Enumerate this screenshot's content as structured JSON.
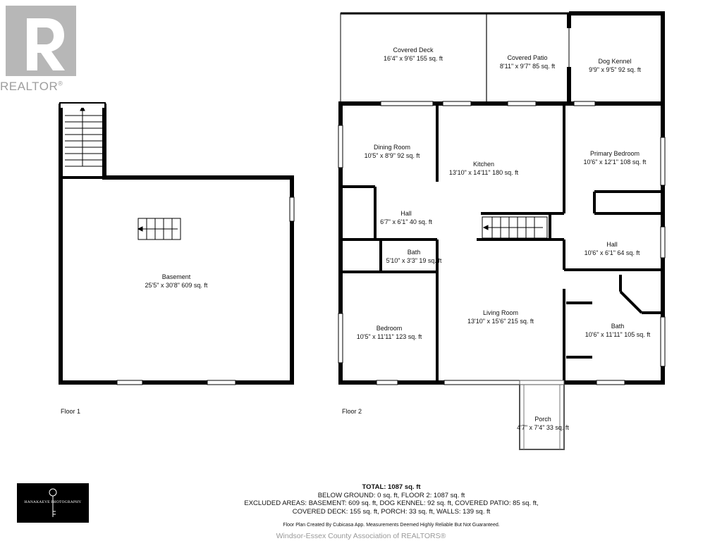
{
  "branding": {
    "realtor_word": "REALTOR",
    "realtor_reg": "®",
    "photographer": "HANAKAEVE PHOTOGRAPHY",
    "footer": "Windsor-Essex County Association of REALTORS®"
  },
  "floors": [
    {
      "label": "Floor 1"
    },
    {
      "label": "Floor 2"
    }
  ],
  "rooms": {
    "basement": {
      "name": "Basement",
      "dims": "25'5\" x 30'8\" 609 sq. ft"
    },
    "covered_deck": {
      "name": "Covered Deck",
      "dims": "16'4\" x 9'6\" 155 sq. ft"
    },
    "covered_patio": {
      "name": "Covered Patio",
      "dims": "8'11\" x 9'7\" 85 sq. ft"
    },
    "dog_kennel": {
      "name": "Dog Kennel",
      "dims": "9'9\" x 9'5\" 92 sq. ft"
    },
    "dining_room": {
      "name": "Dining Room",
      "dims": "10'5\" x 8'9\" 92 sq. ft"
    },
    "kitchen": {
      "name": "Kitchen",
      "dims": "13'10\" x 14'11\" 180 sq. ft"
    },
    "primary_bedroom": {
      "name": "Primary Bedroom",
      "dims": "10'6\" x 12'1\" 108 sq. ft"
    },
    "hall_left": {
      "name": "Hall",
      "dims": "6'7\" x 6'1\" 40 sq. ft"
    },
    "hall_right": {
      "name": "Hall",
      "dims": "10'6\" x 6'1\" 64 sq. ft"
    },
    "bath_small": {
      "name": "Bath",
      "dims": "5'10\" x 3'3\" 19 sq. ft"
    },
    "bedroom": {
      "name": "Bedroom",
      "dims": "10'5\" x 11'11\" 123 sq. ft"
    },
    "living_room": {
      "name": "Living Room",
      "dims": "13'10\" x 15'6\" 215 sq. ft"
    },
    "bath_large": {
      "name": "Bath",
      "dims": "10'6\" x 11'11\" 105 sq. ft"
    },
    "porch": {
      "name": "Porch",
      "dims": "4'7\" x 7'4\" 33 sq. ft"
    }
  },
  "totals": {
    "title": "TOTAL: 1087 sq. ft",
    "line1": "BELOW GROUND: 0 sq. ft, FLOOR 2: 1087 sq. ft",
    "line2": "EXCLUDED AREAS: BASEMENT: 609 sq. ft, DOG KENNEL: 92 sq. ft, COVERED PATIO: 85 sq. ft,",
    "line3": "COVERED DECK: 155 sq. ft, PORCH: 33 sq. ft, WALLS: 139 sq. ft",
    "disclaimer": "Floor Plan Created By Cubicasa App. Measurements Deemed Highly Reliable But Not Guaranteed."
  }
}
